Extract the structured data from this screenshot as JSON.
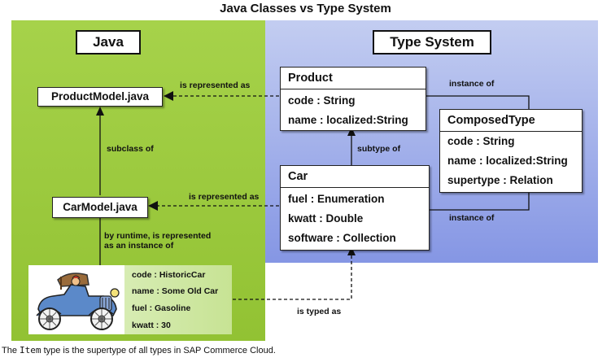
{
  "title": "Java Classes vs Type System",
  "java_panel": {
    "title": "Java",
    "product_model": "ProductModel.java",
    "car_model": "CarModel.java"
  },
  "type_system_panel": {
    "title": "Type System",
    "product": {
      "name": "Product",
      "attributes": [
        "code : String",
        "name : localized:String"
      ]
    },
    "car": {
      "name": "Car",
      "attributes": [
        "fuel : Enumeration",
        "kwatt : Double",
        "software : Collection"
      ]
    },
    "composed_type": {
      "name": "ComposedType",
      "attributes": [
        "code : String",
        "name : localized:String",
        "supertype : Relation"
      ]
    }
  },
  "labels": {
    "is_represented_as_1": "is represented as",
    "is_represented_as_2": "is represented as",
    "subclass_of": "subclass of",
    "subtype_of": "subtype of",
    "instance_of_1": "instance of",
    "instance_of_2": "instance of",
    "runtime_line1": "by runtime, is represented",
    "runtime_line2": "as an instance of",
    "is_typed_as": "is typed as"
  },
  "instance": {
    "image": "vintage-car-illustration",
    "rows": [
      {
        "key": "code : ",
        "value": "HistoricCar"
      },
      {
        "key": "name : ",
        "value": "Some Old Car"
      },
      {
        "key": "fuel : ",
        "value": "Gasoline"
      },
      {
        "key": "kwatt : ",
        "value": "30"
      }
    ]
  },
  "caption": {
    "pre": "The ",
    "code": "Item",
    "post": " type is the supertype of all types in SAP Commerce Cloud."
  }
}
